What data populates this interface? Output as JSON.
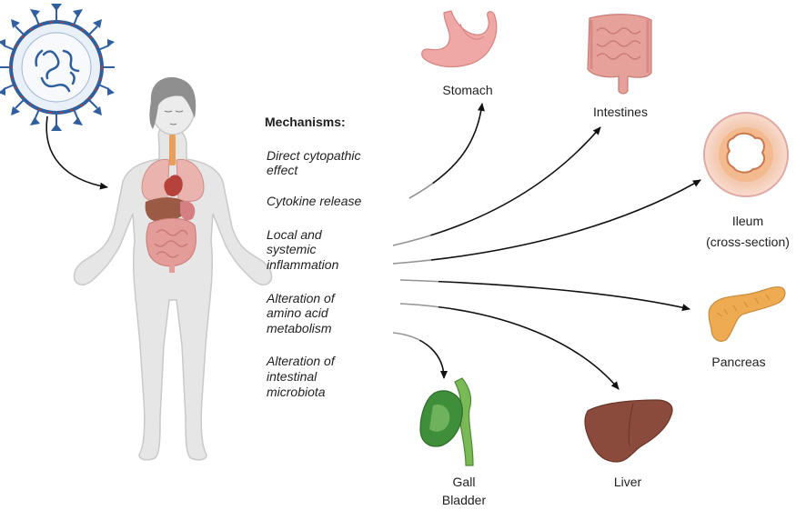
{
  "mechanisms": {
    "title": "Mechanisms:",
    "items": [
      "Direct cytopathic effect",
      "Cytokine release",
      "Local and systemic inflammation",
      "Alteration of amino acid metabolism",
      "Alteration of intestinal microbiota"
    ]
  },
  "organs": {
    "stomach": "Stomach",
    "intestines": "Intestines",
    "ileum": "Ileum",
    "ileum_note": "(cross-section)",
    "pancreas": "Pancreas",
    "liver": "Liver",
    "gall": "Gall",
    "bladder": "Bladder"
  },
  "icons": {
    "virus": "virus-icon",
    "body": "human-body-icon",
    "stomach": "stomach-icon",
    "intestines": "intestines-icon",
    "ileum": "ileum-cross-section-icon",
    "pancreas": "pancreas-icon",
    "liver": "liver-icon",
    "gallbladder": "gallbladder-icon"
  },
  "colors": {
    "virus_blue": "#2f5f9e",
    "virus_red": "#c0392b",
    "organ_pink": "#e8a3a0",
    "liver_brown": "#8a4a3c",
    "gall_green": "#3f8f3a",
    "pancreas_orange": "#e9a24a",
    "body_gray": "#e4e4e4"
  }
}
